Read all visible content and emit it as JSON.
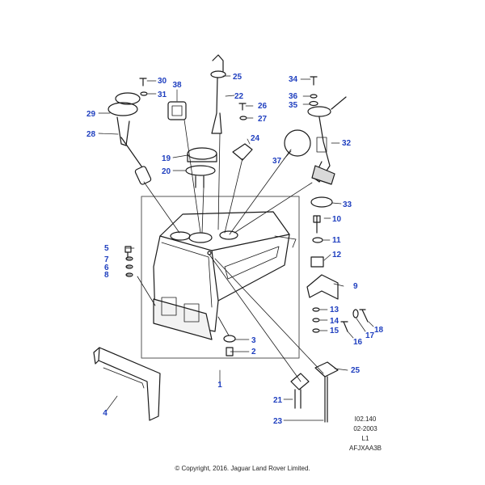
{
  "colors": {
    "label": "#1f3fbf",
    "line": "#1a1a1a",
    "frame": "#555555",
    "shade": "#d9d9d9",
    "background": "#ffffff"
  },
  "callouts": [
    {
      "id": "c1",
      "text": "1"
    },
    {
      "id": "c2",
      "text": "2"
    },
    {
      "id": "c3",
      "text": "3"
    },
    {
      "id": "c4",
      "text": "4"
    },
    {
      "id": "c5",
      "text": "5"
    },
    {
      "id": "c6",
      "text": "6"
    },
    {
      "id": "c7",
      "text": "7"
    },
    {
      "id": "c8",
      "text": "8"
    },
    {
      "id": "c9",
      "text": "9"
    },
    {
      "id": "c10",
      "text": "10"
    },
    {
      "id": "c11",
      "text": "11"
    },
    {
      "id": "c12",
      "text": "12"
    },
    {
      "id": "c13",
      "text": "13"
    },
    {
      "id": "c14",
      "text": "14"
    },
    {
      "id": "c15",
      "text": "15"
    },
    {
      "id": "c16",
      "text": "16"
    },
    {
      "id": "c17",
      "text": "17"
    },
    {
      "id": "c18",
      "text": "18"
    },
    {
      "id": "c19",
      "text": "19"
    },
    {
      "id": "c20",
      "text": "20"
    },
    {
      "id": "c21",
      "text": "21"
    },
    {
      "id": "c22",
      "text": "22"
    },
    {
      "id": "c23",
      "text": "23"
    },
    {
      "id": "c24",
      "text": "24"
    },
    {
      "id": "c25a",
      "text": "25"
    },
    {
      "id": "c25b",
      "text": "25"
    },
    {
      "id": "c26",
      "text": "26"
    },
    {
      "id": "c27",
      "text": "27"
    },
    {
      "id": "c28",
      "text": "28"
    },
    {
      "id": "c29",
      "text": "29"
    },
    {
      "id": "c30",
      "text": "30"
    },
    {
      "id": "c31",
      "text": "31"
    },
    {
      "id": "c32",
      "text": "32"
    },
    {
      "id": "c33",
      "text": "33"
    },
    {
      "id": "c34",
      "text": "34"
    },
    {
      "id": "c35",
      "text": "35"
    },
    {
      "id": "c36",
      "text": "36"
    },
    {
      "id": "c37",
      "text": "37"
    },
    {
      "id": "c38",
      "text": "38"
    }
  ],
  "reference": {
    "code": "I02.140",
    "date": "02-2003",
    "level": "L1",
    "part_code": "AFJXAA3B"
  },
  "copyright": "© Copyright, 2016. Jaguar Land Rover Limited."
}
